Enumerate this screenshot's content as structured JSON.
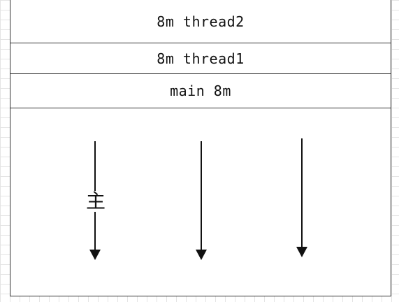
{
  "stack_frames": [
    {
      "label": "8m thread2"
    },
    {
      "label": "8m thread1"
    },
    {
      "label": "main 8m"
    }
  ],
  "arrows": [
    {
      "name": "arrow-1",
      "label": "主"
    },
    {
      "name": "arrow-2",
      "label": ""
    },
    {
      "name": "arrow-3",
      "label": ""
    }
  ],
  "colors": {
    "line": "#111111",
    "grid": "#e4e4e4",
    "border": "#333333"
  }
}
